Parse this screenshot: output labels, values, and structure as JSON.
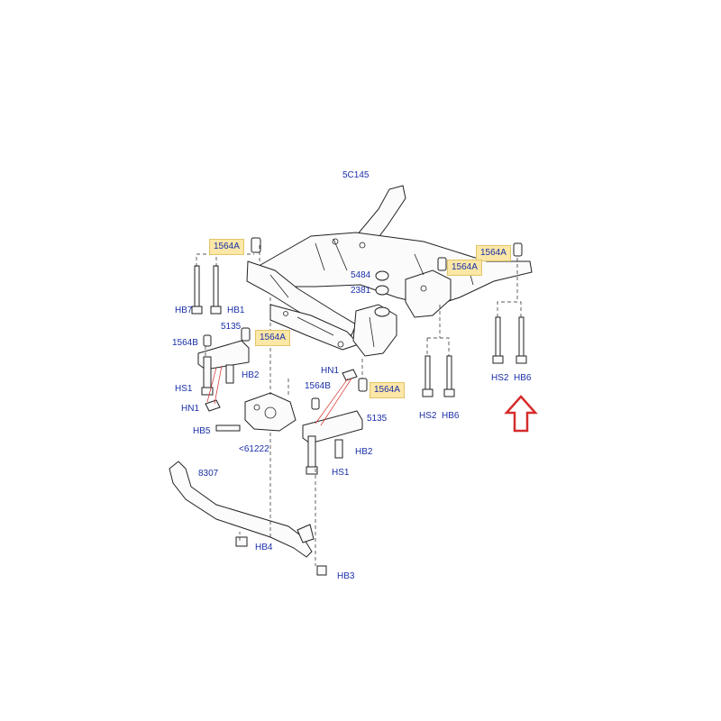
{
  "labels": {
    "c5c145": "5C145",
    "p1564a_1": "1564A",
    "p1564a_2": "1564A",
    "p1564a_3": "1564A",
    "p1564a_4": "1564A",
    "p1564a_5": "1564A",
    "p5484": "5484",
    "p2381": "2381",
    "hb7": "HB7",
    "hb1": "HB1",
    "p1564b_1": "1564B",
    "p5135_1": "5135",
    "hb2_1": "HB2",
    "hs1_1": "HS1",
    "hn1_1": "HN1",
    "hb5": "HB5",
    "p61222": "<61222",
    "hn1_2": "HN1",
    "p1564b_2": "1564B",
    "p5135_2": "5135",
    "hb2_2": "HB2",
    "hs1_2": "HS1",
    "hs2_1": "HS2",
    "hb6_1": "HB6",
    "hs2_2": "HS2",
    "hb6_2": "HB6",
    "p8307": "8307",
    "hb4": "HB4",
    "hb3": "HB3"
  },
  "colors": {
    "label_text": "#1a2fa8",
    "highlight_fill": "#fbe7a6",
    "highlight_border": "#e3c46a",
    "arrow": "#d62c2c",
    "linework": "#222222"
  },
  "arrow": {
    "direction": "up",
    "icon": "up-arrow-icon"
  }
}
